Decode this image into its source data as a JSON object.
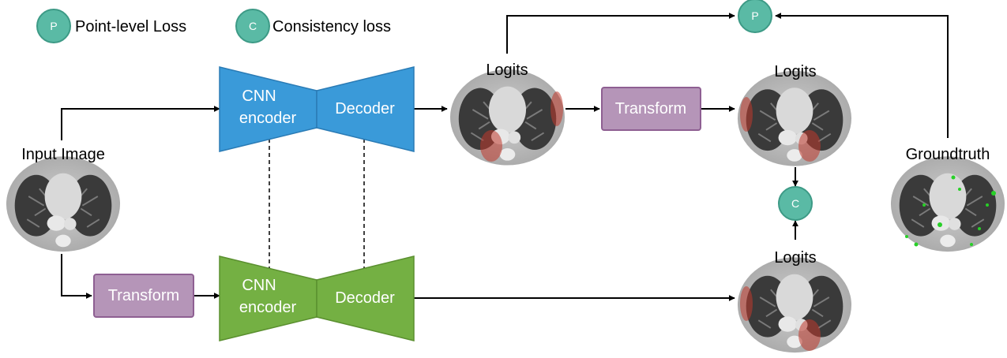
{
  "legend": {
    "point": {
      "symbol": "P",
      "text": "Point-level Loss"
    },
    "consistency": {
      "symbol": "C",
      "text": "Consistency loss"
    }
  },
  "input_image": {
    "label": "Input Image"
  },
  "groundtruth": {
    "label": "Groundtruth"
  },
  "top_branch": {
    "encoder_line1": "CNN",
    "encoder_line2": "encoder",
    "decoder": "Decoder",
    "logits": "Logits"
  },
  "bottom_branch": {
    "encoder_line1": "CNN",
    "encoder_line2": "encoder",
    "decoder": "Decoder"
  },
  "transform_labels": {
    "top": "Transform",
    "bottom": "Transform"
  },
  "transformed_logits": {
    "top": "Logits",
    "bottom": "Logits"
  },
  "loss_nodes": {
    "point": "P",
    "consistency": "C"
  },
  "colors": {
    "blue": "#3a9ad9",
    "blue_stroke": "#2a7bb5",
    "green": "#74b043",
    "green_stroke": "#5a8f2f",
    "transform": "#b595b8",
    "transform_stroke": "#8e5f92",
    "teal": "#5abaa5",
    "teal_stroke": "#3d9a86"
  }
}
